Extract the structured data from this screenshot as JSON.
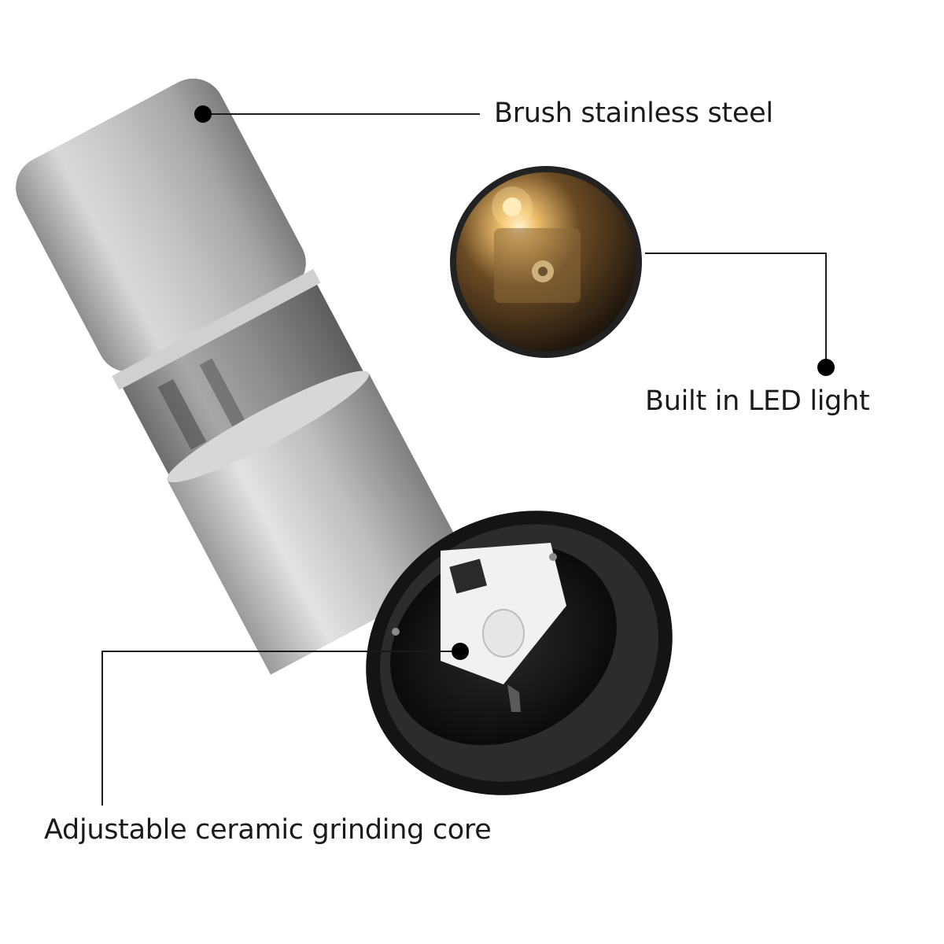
{
  "callouts": {
    "steel": "Brush stainless steel",
    "led": "Built in LED light",
    "core": "Adjustable ceramic grinding core"
  },
  "colors": {
    "steel_light": "#e4e4e4",
    "steel_mid": "#b9b9b9",
    "steel_dark": "#8c8c8c",
    "rim_black": "#161616",
    "led_glow": "#f7d79a",
    "leader_line": "#1a1a1a"
  }
}
